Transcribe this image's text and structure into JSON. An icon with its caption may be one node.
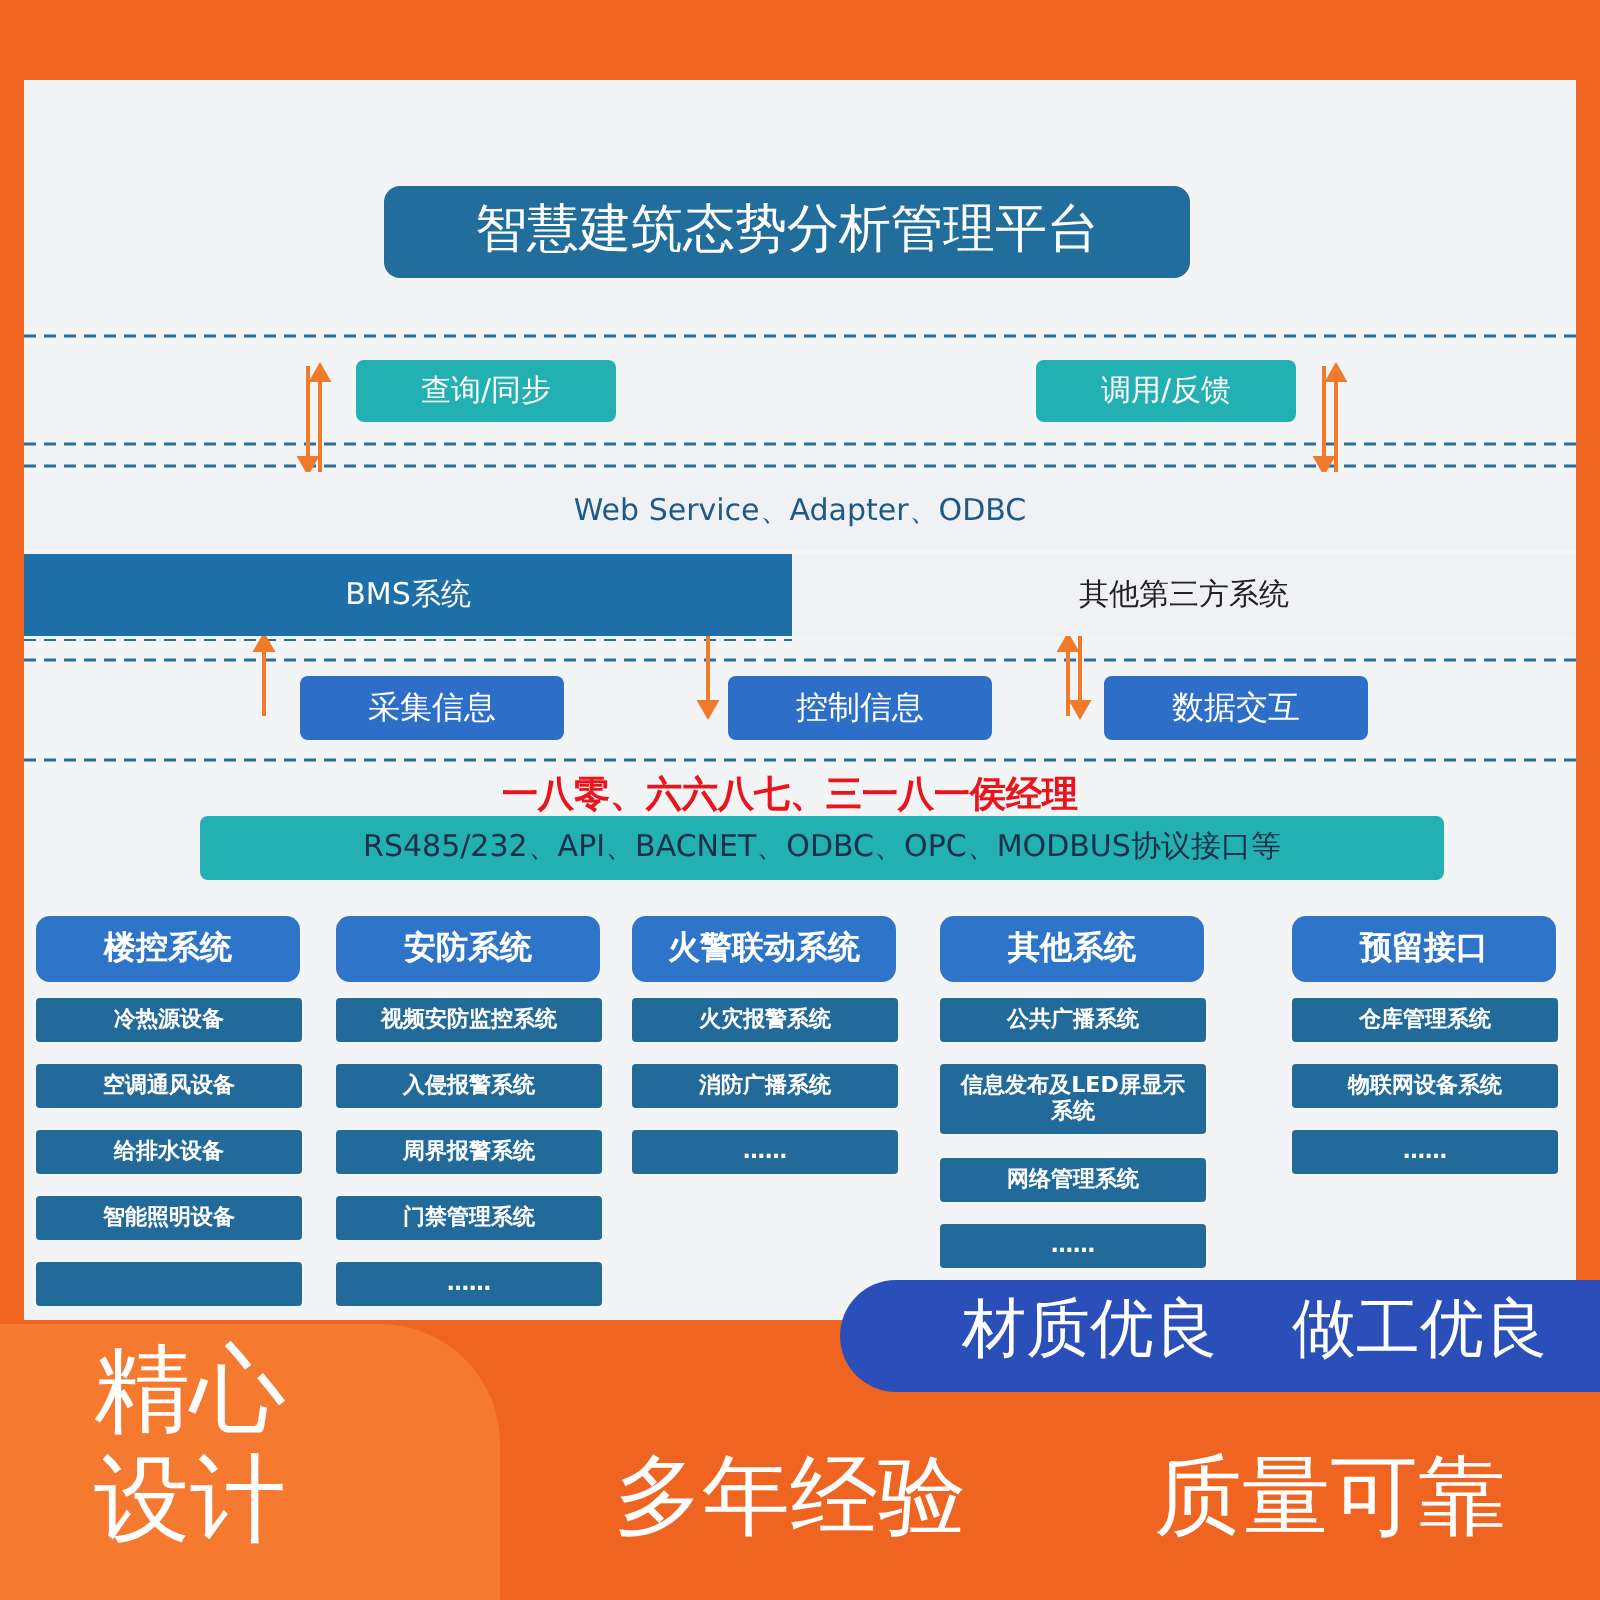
{
  "diagram": {
    "nodes": [
      {
        "text": [
          "智慧建筑态势分析管理平台"
        ]
      },
      {
        "text": [
          "查询/同步"
        ]
      },
      {
        "text": [
          "调用/反馈"
        ]
      },
      {
        "text": [
          "Web Service、Adapter、ODBC"
        ]
      },
      {
        "text": [
          "BMS系统"
        ]
      },
      {
        "text": [
          "其他第三方系统"
        ]
      },
      {
        "text": [
          "采集信息"
        ]
      },
      {
        "text": [
          "控制信息"
        ]
      },
      {
        "text": [
          "数据交互"
        ]
      },
      {
        "text": [
          "RS485/232、API、BACNET、ODBC、OPC、MODBUS协议接口等"
        ]
      },
      {
        "text": [
          "楼控系统"
        ]
      },
      {
        "text": [
          "冷热源设备"
        ]
      },
      {
        "text": [
          "空调通风设备"
        ]
      },
      {
        "text": [
          "给排水设备"
        ]
      },
      {
        "text": [
          "智能照明设备"
        ]
      },
      {
        "text": [],
        "shape": "box"
      },
      {
        "text": [
          "安防系统"
        ]
      },
      {
        "text": [
          "视频安防监控系统"
        ]
      },
      {
        "text": [
          "入侵报警系统"
        ]
      },
      {
        "text": [
          "周界报警系统"
        ]
      },
      {
        "text": [
          "门禁管理系统"
        ]
      },
      {
        "text": [
          "……"
        ]
      },
      {
        "text": [
          "火警联动系统"
        ]
      },
      {
        "text": [
          "火灾报警系统"
        ]
      },
      {
        "text": [
          "消防广播系统"
        ]
      },
      {
        "text": [
          "……"
        ]
      },
      {
        "text": [
          "其他系统"
        ]
      },
      {
        "text": [
          "公共广播系统"
        ]
      },
      {
        "text": [
          "信息发布及LED屏显示系统"
        ]
      },
      {
        "text": [
          "网络管理系统"
        ]
      },
      {
        "text": [
          "……"
        ]
      },
      {
        "text": [
          "预留接口"
        ]
      },
      {
        "text": [
          "仓库管理系统"
        ]
      },
      {
        "text": [
          "物联网设备系统"
        ]
      },
      {
        "text": [
          "……"
        ]
      }
    ],
    "edges": [
      {
        "from": 3,
        "to": 1,
        "arrow": "both"
      },
      {
        "from": 3,
        "to": 2,
        "arrow": "both"
      },
      {
        "from": 6,
        "to": 4,
        "arrow": "to"
      },
      {
        "from": 4,
        "to": 7,
        "arrow": "to"
      },
      {
        "from": 5,
        "to": 8,
        "arrow": "both"
      }
    ],
    "labels": [
      "一八零、六六八七、三一八一侯经理",
      "精心设计",
      "材质优良",
      "做工优良",
      "多年经验",
      "质量可靠"
    ]
  }
}
